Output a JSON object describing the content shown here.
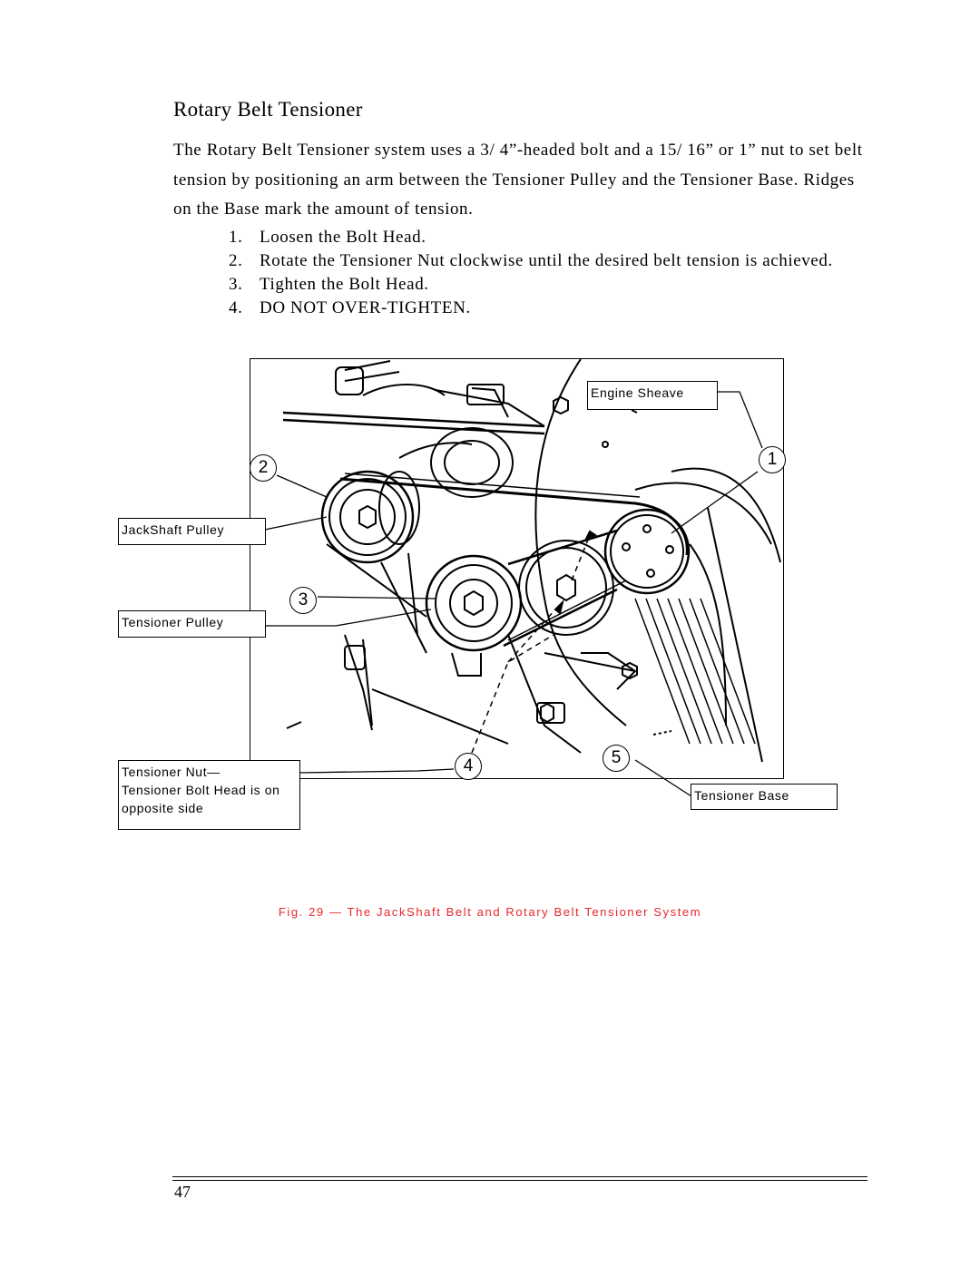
{
  "section": {
    "title": "Rotary Belt Tensioner",
    "intro": "The Rotary Belt  Tensioner system uses a  3/ 4”-headed  bolt and a  15/ 16” or 1” nut to set belt tension by positioning an arm between the Tensioner Pulley and the Tensioner Base.  Ridges on the Base mark the amount of tension."
  },
  "steps": [
    {
      "number": "1.",
      "text": "Loosen the Bolt Head."
    },
    {
      "number": "2.",
      "text": "Rotate the Tensioner Nut clockwise until the desired belt tension is achieved."
    },
    {
      "number": "3.",
      "text": "Tighten the Bolt Head."
    },
    {
      "number": "4.",
      "text": "DO NOT OVER-TIGHTEN."
    }
  ],
  "figure": {
    "callouts": {
      "engine_sheave": "Engine Sheave",
      "jackshaft_pulley": "JackShaft Pulley",
      "tensioner_pulley": "Tensioner Pulley",
      "tensioner_nut": "Tensioner Nut—\nTensioner Bolt Head is on opposite side",
      "tensioner_base": "Tensioner Base"
    },
    "markers": [
      "1",
      "2",
      "3",
      "4",
      "5"
    ],
    "caption": "Fig. 29 — The JackShaft Belt and Rotary Belt Tensioner System",
    "caption_color": "#e8262a"
  },
  "footer": {
    "page_number": "47"
  }
}
